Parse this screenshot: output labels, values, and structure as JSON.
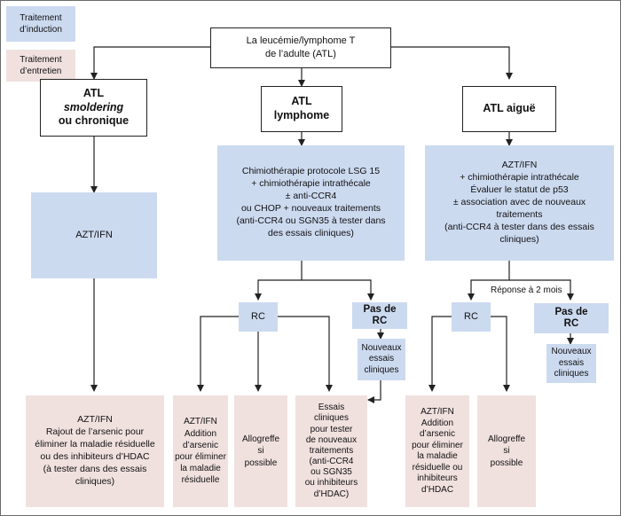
{
  "legend": {
    "induction": "Traitement\nd’induction",
    "maintenance": "Traitement\nd’entretien"
  },
  "colors": {
    "induction": "#ccdaf0",
    "maintenance": "#f0e1df",
    "line": "#222222"
  },
  "root": "La leucémie/lymphome T\nde l’adulte (ATL)",
  "categories": {
    "smoldering": {
      "line1": "ATL",
      "line2": "smoldering",
      "line3": "ou chronique"
    },
    "lymphome": {
      "line1": "ATL",
      "line2": "lymphome"
    },
    "aigue": {
      "line1": "ATL aiguë"
    }
  },
  "induction": {
    "smoldering": "AZT/IFN",
    "lymphome": "Chimiothérapie protocole LSG 15\n+ chimiothérapie intrathécale\n± anti-CCR4\nou CHOP + nouveaux traitements\n(anti-CCR4 ou SGN35 à tester dans\ndes essais cliniques)",
    "aigue": "AZT/IFN\n+ chimiothérapie intrathécale\nÉvaluer le statut de p53\n± association avec de nouveaux\ntraitements\n(anti-CCR4 à tester dans des essais\ncliniques)"
  },
  "response_label": "Réponse à 2 mois",
  "outcomes": {
    "rc": "RC",
    "pas_de_rc": "Pas de\nRC",
    "nouveaux_essais": "Nouveaux\nessais\ncliniques"
  },
  "maintenance": {
    "smoldering": "AZT/IFN\nRajout de l’arsenic pour\néliminer la maladie résiduelle\nou des inhibiteurs d’HDAC\n(à tester dans des essais cliniques)",
    "lymphome_arsenic": "AZT/IFN\nAddition\nd’arsenic\npour éliminer\nla maladie\nrésiduelle",
    "lymphome_allogreffe": "Allogreffe\nsi\npossible",
    "essais": "Essais\ncliniques\npour tester\nde nouveaux\ntraitements\n(anti-CCR4\nou SGN35\nou inhibiteurs\nd’HDAC)",
    "aigue_arsenic": "AZT/IFN\nAddition\nd’arsenic\npour éliminer\nla maladie\nrésiduelle ou\ninhibiteurs\nd’HDAC",
    "aigue_allogreffe": "Allogreffe\nsi\npossible"
  }
}
